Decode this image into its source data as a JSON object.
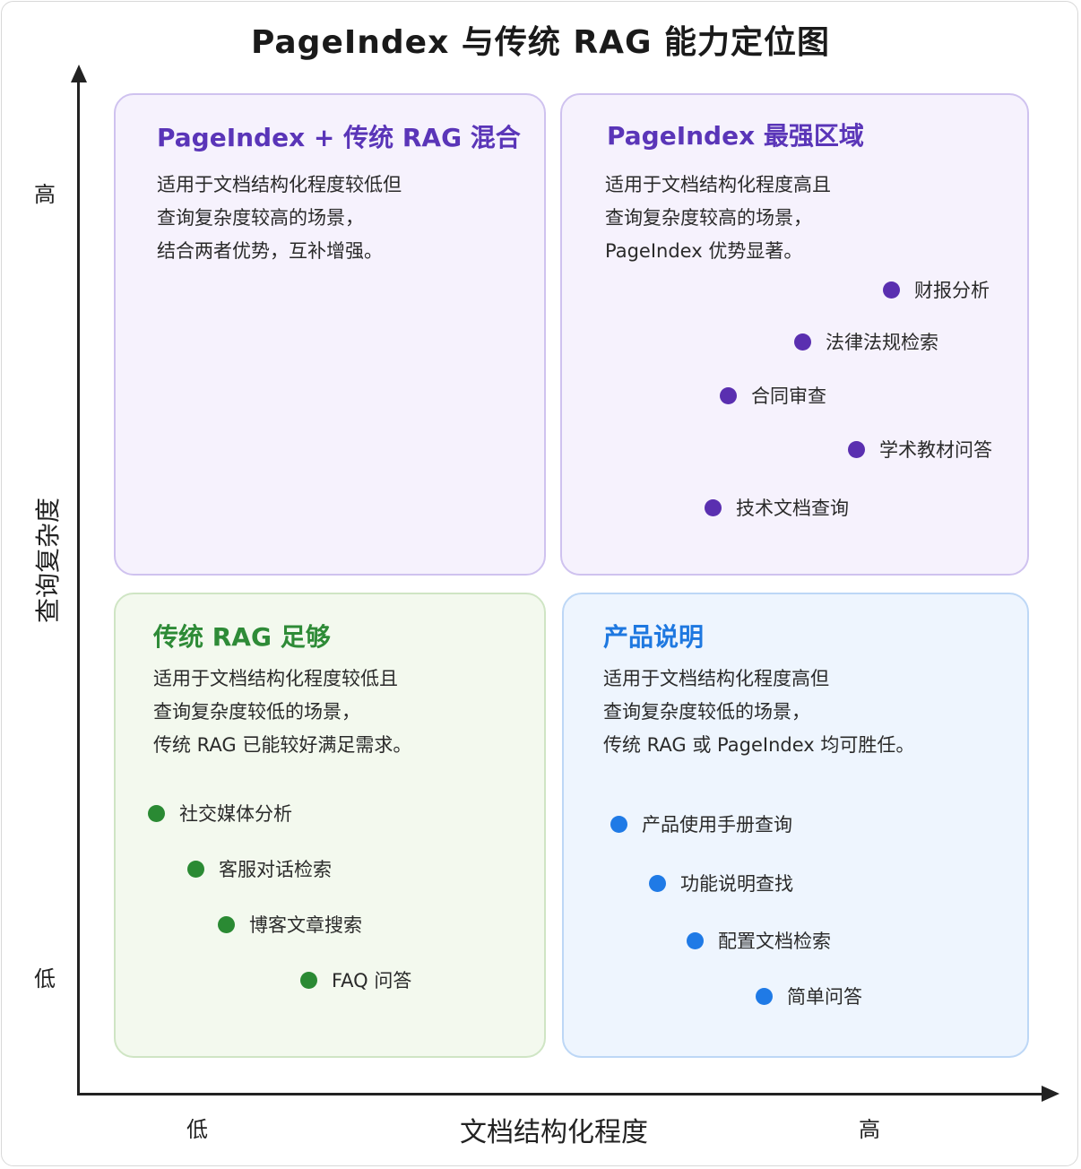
{
  "title": "PageIndex 与传统 RAG 能力定位图",
  "axes": {
    "y_label": "查询复杂度",
    "y_high": "高",
    "y_low": "低",
    "x_label": "文档结构化程度",
    "x_low": "低",
    "x_high": "高"
  },
  "quadrants": {
    "top_left": {
      "title": "PageIndex + 传统 RAG 混合",
      "desc": [
        "适用于文档结构化程度较低但",
        "查询复杂度较高的场景，",
        "结合两者优势，互补增强。"
      ],
      "color": "#5a35b8",
      "items": []
    },
    "top_right": {
      "title": "PageIndex 最强区域",
      "desc": [
        "适用于文档结构化程度高且",
        "查询复杂度较高的场景，",
        "PageIndex 优势显著。"
      ],
      "color": "#5a35b8",
      "items": [
        "财报分析",
        "法律法规检索",
        "合同审查",
        "学术教材问答",
        "技术文档查询"
      ]
    },
    "bottom_left": {
      "title": "传统 RAG 足够",
      "desc": [
        "适用于文档结构化程度较低且",
        "查询复杂度较低的场景，",
        "传统 RAG 已能较好满足需求。"
      ],
      "color": "#2e8b37",
      "items": [
        "社交媒体分析",
        "客服对话检索",
        "博客文章搜索",
        "FAQ 问答"
      ]
    },
    "bottom_right": {
      "title": "产品说明",
      "desc": [
        "适用于文档结构化程度高但",
        "查询复杂度较低的场景，",
        "传统 RAG 或 PageIndex 均可胜任。"
      ],
      "color": "#1e78e0",
      "items": [
        "产品使用手册查询",
        "功能说明查找",
        "配置文档检索",
        "简单问答"
      ]
    }
  }
}
